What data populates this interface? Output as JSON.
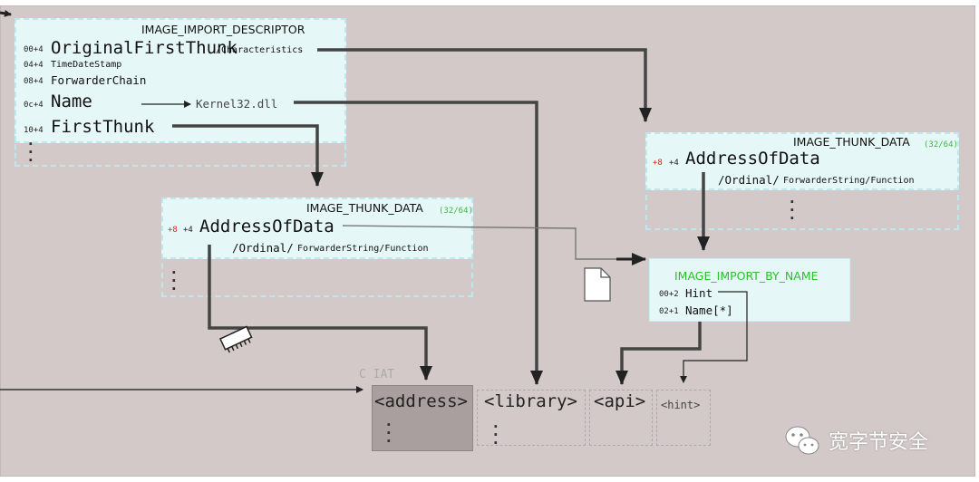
{
  "descriptor": {
    "title": "IMAGE_IMPORT_DESCRIPTOR",
    "fields": [
      {
        "offset": "00+4",
        "name": "OriginalFirstThunk",
        "suffix": "/Characteristics"
      },
      {
        "offset": "04+4",
        "name": "TimeDateStamp"
      },
      {
        "offset": "08+4",
        "name": "ForwarderChain"
      },
      {
        "offset": "0c+4",
        "name": "Name"
      },
      {
        "offset": "10+4",
        "name": "FirstThunk"
      }
    ],
    "name_target": "Kernel32.dll"
  },
  "thunk_left": {
    "title": "IMAGE_THUNK_DATA",
    "title_sub": "(32/64)",
    "offset_red": "+8",
    "offset": "+4",
    "field": "AddressOfData",
    "union_a": "/Ordinal/",
    "union_b": "ForwarderString/Function"
  },
  "thunk_right": {
    "title": "IMAGE_THUNK_DATA",
    "title_sub": "(32/64)",
    "offset_red": "+8",
    "offset": "+4",
    "field": "AddressOfData",
    "union_a": "/Ordinal/",
    "union_b": "ForwarderString/Function"
  },
  "import_by_name": {
    "title": "IMAGE_IMPORT_BY_NAME",
    "fields": [
      {
        "offset": "00+2",
        "name": "Hint"
      },
      {
        "offset": "02+1",
        "name": "Name[*]"
      }
    ]
  },
  "iat": {
    "label": "C IAT",
    "cells": [
      "<address>",
      "<library>",
      "<api>",
      "<hint>"
    ]
  },
  "watermark": "宽字节安全",
  "icons": [
    "chip-icon",
    "file-icon",
    "wechat-icon"
  ],
  "colors": {
    "background": "#d4c9c9",
    "box": "#e6f7f7",
    "box_border": "#bfe8ec",
    "accent_green": "#2bbf2b",
    "accent_red": "#dd2222",
    "iat_address": "#a99f9f"
  }
}
